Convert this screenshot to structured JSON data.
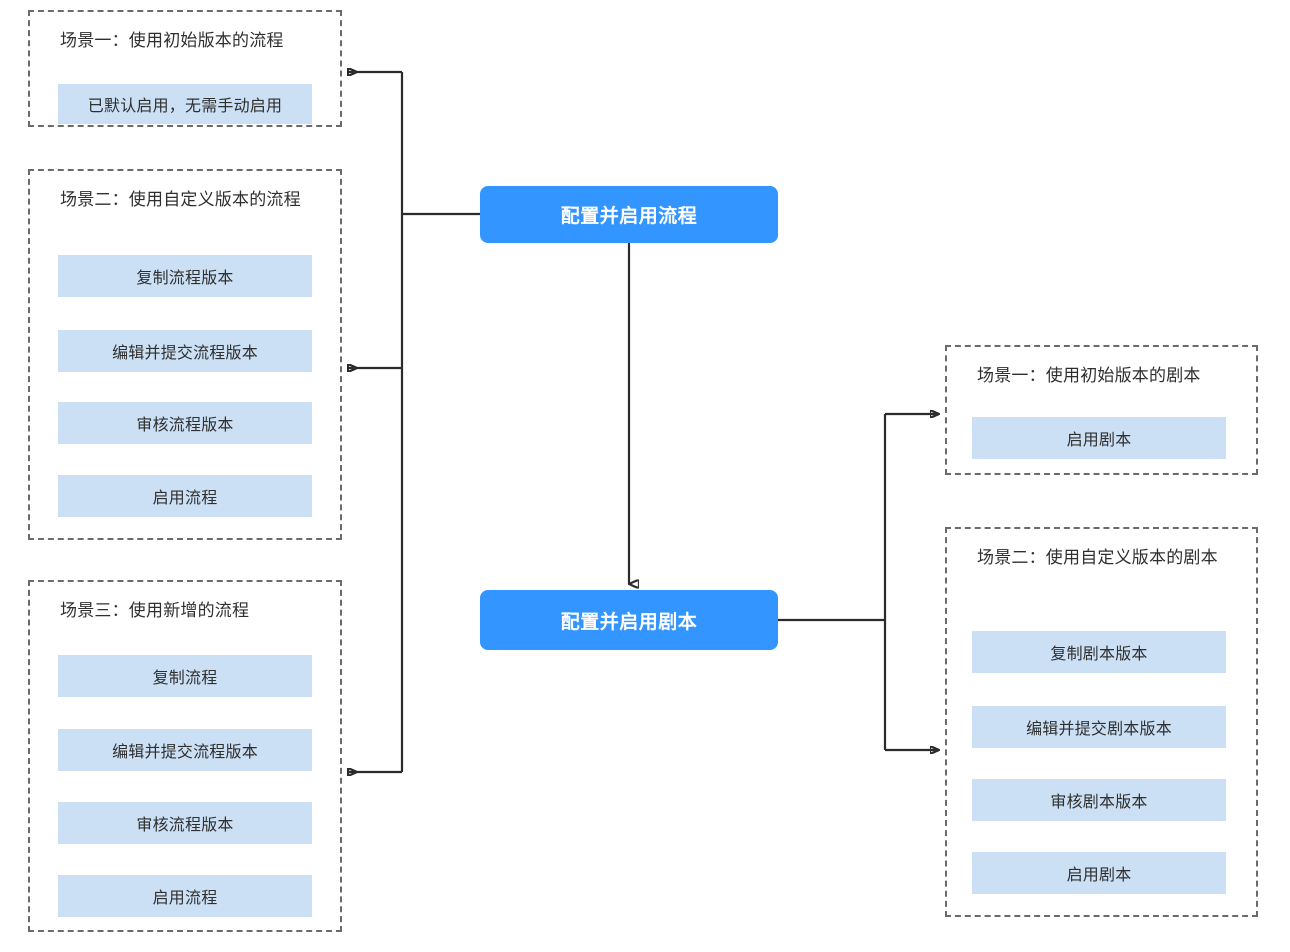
{
  "diagram": {
    "title_visible": false,
    "colors": {
      "node_blue": "#3395ff",
      "chip_light_blue": "#cce0f5",
      "dashed_border": "#6b6b6b",
      "text_dark": "#2f2f2f",
      "edge": "#2b2b2b"
    },
    "nodes": [
      {
        "id": "node-process",
        "label": "配置并启用流程"
      },
      {
        "id": "node-script",
        "label": "配置并启用剧本"
      }
    ],
    "left_groups": [
      {
        "id": "process-scenario-1",
        "title": "场景一：使用初始版本的流程",
        "steps": [
          "已默认启用，无需手动启用"
        ]
      },
      {
        "id": "process-scenario-2",
        "title": "场景二：使用自定义版本的流程",
        "steps": [
          "复制流程版本",
          "编辑并提交流程版本",
          "审核流程版本",
          "启用流程"
        ]
      },
      {
        "id": "process-scenario-3",
        "title": "场景三：使用新增的流程",
        "steps": [
          "复制流程",
          "编辑并提交流程版本",
          "审核流程版本",
          "启用流程"
        ]
      }
    ],
    "right_groups": [
      {
        "id": "script-scenario-1",
        "title": "场景一：使用初始版本的剧本",
        "steps": [
          "启用剧本"
        ]
      },
      {
        "id": "script-scenario-2",
        "title": "场景二：使用自定义版本的剧本",
        "steps": [
          "复制剧本版本",
          "编辑并提交剧本版本",
          "审核剧本版本",
          "启用剧本"
        ]
      }
    ]
  }
}
